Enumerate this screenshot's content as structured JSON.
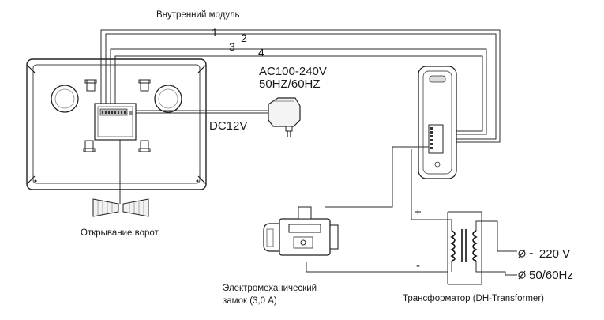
{
  "labels": {
    "indoor_module": "Внутренний модуль",
    "gate_opening": "Открывание ворот",
    "power_ac_line1": "AC100-240V",
    "power_ac_line2": "50HZ/60HZ",
    "power_dc": "DC12V",
    "lock_line1": "Электромеханический",
    "lock_line2": "замок (3,0 А)",
    "transformer": "Трансформатор (DH-Transformer)",
    "mains_voltage": "~ 220 V",
    "mains_freq": "50/60Hz",
    "plus": "+",
    "minus": "-"
  },
  "wires": [
    "1",
    "2",
    "3",
    "4"
  ]
}
